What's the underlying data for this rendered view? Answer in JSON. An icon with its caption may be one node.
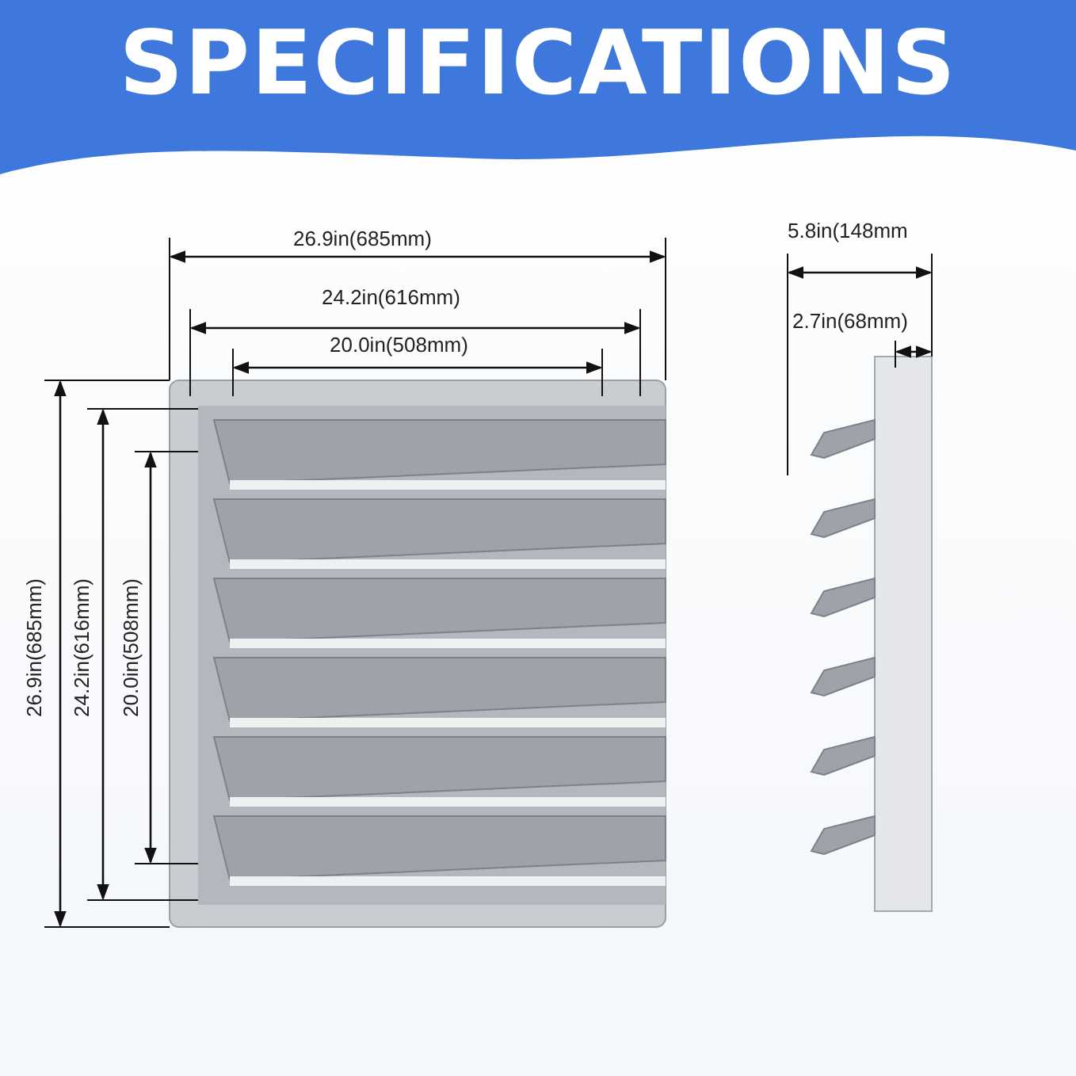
{
  "diagram": {
    "title": "SPECIFICATIONS",
    "labels": [
      "26.9in(685mm)",
      "24.2in(616mm)",
      "20.0in(508mm)",
      "5.8in(148mm",
      "2.7in(68mm)",
      "26.9in(685mm)",
      "24.2in(616mm)",
      "20.0in(508mm)"
    ]
  }
}
